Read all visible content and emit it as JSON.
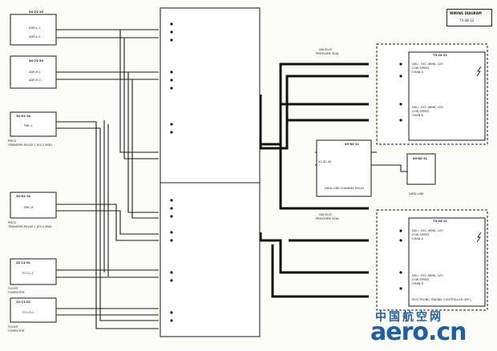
{
  "sheet": {
    "title": "WIRING DIAGRAM",
    "number": "73-38-12"
  },
  "components": {
    "adiru_l": {
      "id": "34-21-10",
      "pins": [
        "ADR-L-1",
        "ADR-L-2"
      ]
    },
    "adiru_r": {
      "id": "34-21-20",
      "pins": [
        "ADR-R-1",
        "ADR-R-2"
      ]
    },
    "pmc_l": {
      "id": "34-61-14",
      "label": "PMC-L",
      "note1": "PMCS",
      "note2": "TRANSFER RELAY 1 (E3-2 MID)"
    },
    "pmc_r": {
      "id": "34-61-14",
      "label": "PMC-R",
      "note1": "PMCS",
      "note2": "TRANSFER RELAY 1 (E3-2 MID)"
    },
    "fcc_l": {
      "id": "22-11-01",
      "label": "FCC-L-1",
      "note1": "FLIGHT",
      "note2": "COMPUTER"
    },
    "fcc_r": {
      "id": "22-11-01",
      "label": "FCC-R-1",
      "note1": "FLIGHT",
      "note2": "COMPUTER"
    },
    "eec_upper": {
      "id": "73-24-21",
      "line1": "DEU - EEC ARINC 429",
      "line2": "LOW SPEED",
      "line3": "CHAN A",
      "line4": "DEU - EEC ARINC 429",
      "line5": "LOW SPEED",
      "line6": "CHAN B"
    },
    "eec_lower": {
      "id": "73-24-11",
      "line1": "DEU - EEC ARINC 429",
      "line2": "LOW SPEED",
      "line3": "CHAN A",
      "line4": "DEU - EEC ARINC 429",
      "line5": "LOW SPEED",
      "line6": "CHAN B",
      "footer": "ELECTRONIC ENGINE CONTROLLER (EEC)"
    },
    "relay": {
      "id": "49-62-11",
      "note": "DATA LINK CHANNEL RELAY",
      "sub": "31-32-30"
    },
    "small_box": {
      "id": "49-82-11",
      "note": "DATA LINK"
    }
  },
  "seals": {
    "upper": {
      "text1": "NACELLE",
      "text2": "PRESSURE SEAL"
    },
    "lower": {
      "text1": "NACELLE",
      "text2": "PRESSURE SEAL"
    }
  },
  "watermark": {
    "cn": "中国航空网",
    "en": "aero.cn"
  }
}
